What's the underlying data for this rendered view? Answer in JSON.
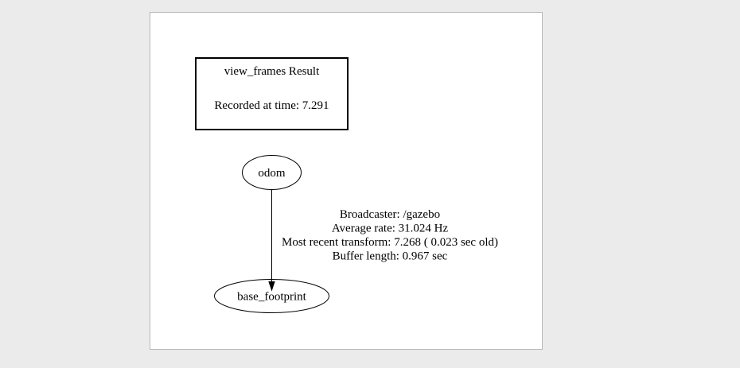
{
  "diagram": {
    "result_box": {
      "title": "view_frames Result",
      "recorded": "Recorded at time: 7.291"
    },
    "nodes": {
      "parent": "odom",
      "child": "base_footprint"
    },
    "edge_label": {
      "lines": [
        "Broadcaster: /gazebo",
        "Average rate: 31.024 Hz",
        "Most recent transform: 7.268 ( 0.023 sec old)",
        "Buffer length: 0.967 sec"
      ]
    },
    "colors": {
      "stroke": "#000000",
      "page_background": "#ffffff",
      "desktop_background": "#ebebeb"
    }
  }
}
